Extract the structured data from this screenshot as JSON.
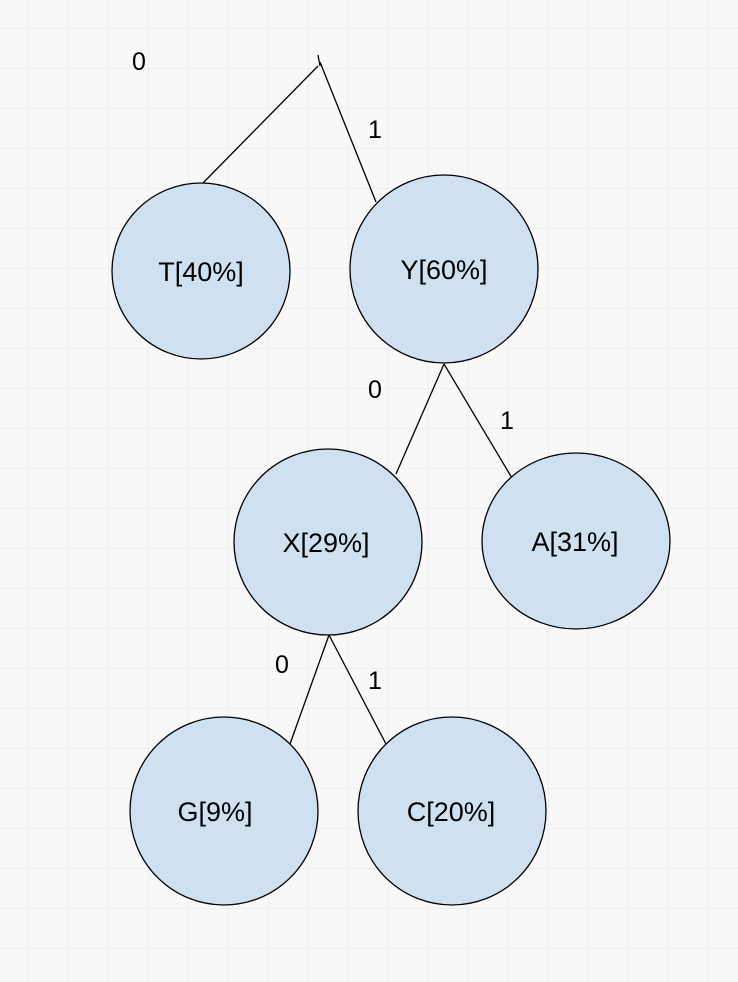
{
  "tree": {
    "root_edges": {
      "left_label": "0",
      "right_label": "1"
    },
    "nodes": {
      "t": "T[40%]",
      "y": "Y[60%]",
      "x": "X[29%]",
      "a": "A[31%]",
      "g": "G[9%]",
      "c": "C[20%]"
    },
    "edge_labels": {
      "y_left": "0",
      "y_right": "1",
      "x_left": "0",
      "x_right": "1"
    }
  },
  "colors": {
    "node_fill": "#cfe0f1",
    "stroke": "#000000",
    "background": "#f8f8f8"
  }
}
